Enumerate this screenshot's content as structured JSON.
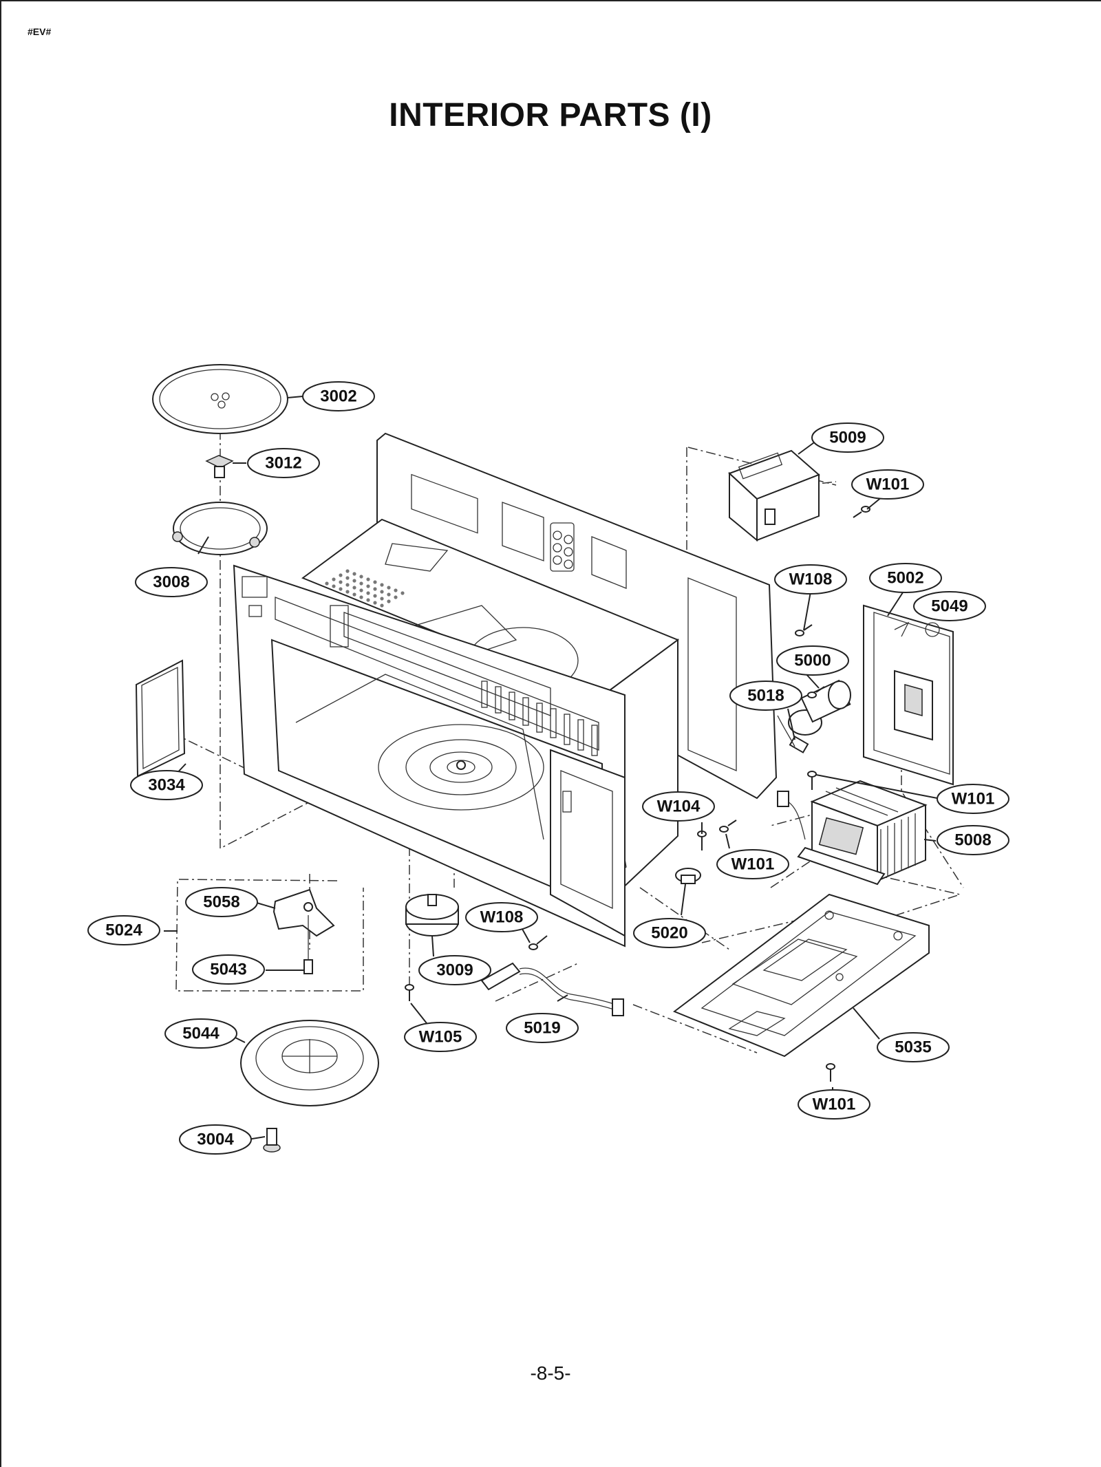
{
  "header": {
    "tag": "#EV#",
    "title": "INTERIOR PARTS (I)"
  },
  "footer": {
    "page_number": "-8-5-"
  },
  "callouts": [
    {
      "id": "c3002",
      "label": "3002"
    },
    {
      "id": "c3012",
      "label": "3012"
    },
    {
      "id": "c3008",
      "label": "3008"
    },
    {
      "id": "c3034",
      "label": "3034"
    },
    {
      "id": "c5058",
      "label": "5058"
    },
    {
      "id": "c5024",
      "label": "5024"
    },
    {
      "id": "c5043",
      "label": "5043"
    },
    {
      "id": "c5044",
      "label": "5044"
    },
    {
      "id": "c3004",
      "label": "3004"
    },
    {
      "id": "c3009",
      "label": "3009"
    },
    {
      "id": "cW105",
      "label": "W105"
    },
    {
      "id": "cW108b",
      "label": "W108"
    },
    {
      "id": "c5019",
      "label": "5019"
    },
    {
      "id": "c5020",
      "label": "5020"
    },
    {
      "id": "cW104",
      "label": "W104"
    },
    {
      "id": "cW101c",
      "label": "W101"
    },
    {
      "id": "c5009",
      "label": "5009"
    },
    {
      "id": "cW101a",
      "label": "W101"
    },
    {
      "id": "cW108a",
      "label": "W108"
    },
    {
      "id": "c5002",
      "label": "5002"
    },
    {
      "id": "c5049",
      "label": "5049"
    },
    {
      "id": "c5000",
      "label": "5000"
    },
    {
      "id": "c5018",
      "label": "5018"
    },
    {
      "id": "cW101b",
      "label": "W101"
    },
    {
      "id": "c5008",
      "label": "5008"
    },
    {
      "id": "c5035",
      "label": "5035"
    },
    {
      "id": "cW101d",
      "label": "W101"
    }
  ]
}
